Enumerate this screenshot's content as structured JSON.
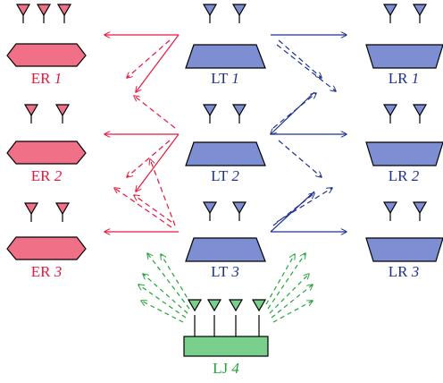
{
  "colors": {
    "eavesdropper": "#f07087",
    "eavesdropper_text": "#e8173d",
    "legitimate": "#7d8fd2",
    "legitimate_text": "#1f3291",
    "jammer": "#79d08c",
    "jammer_text": "#23a33a",
    "outline": "#000000"
  },
  "nodes": {
    "er1": {
      "prefix": "ER",
      "index": "1"
    },
    "er2": {
      "prefix": "ER",
      "index": "2"
    },
    "er3": {
      "prefix": "ER",
      "index": "3"
    },
    "lt1": {
      "prefix": "LT",
      "index": "1"
    },
    "lt2": {
      "prefix": "LT",
      "index": "2"
    },
    "lt3": {
      "prefix": "LT",
      "index": "3"
    },
    "lr1": {
      "prefix": "LR",
      "index": "1"
    },
    "lr2": {
      "prefix": "LR",
      "index": "2"
    },
    "lr3": {
      "prefix": "LR",
      "index": "3"
    },
    "lj4": {
      "prefix": "LJ",
      "index": "4"
    }
  },
  "links": {
    "lt_to_er": "solid",
    "lt_to_er_cross": "dashed",
    "lt_to_lr": "solid",
    "lt_to_lr_cross": "dashed",
    "lj_to_lt": "dashed"
  }
}
